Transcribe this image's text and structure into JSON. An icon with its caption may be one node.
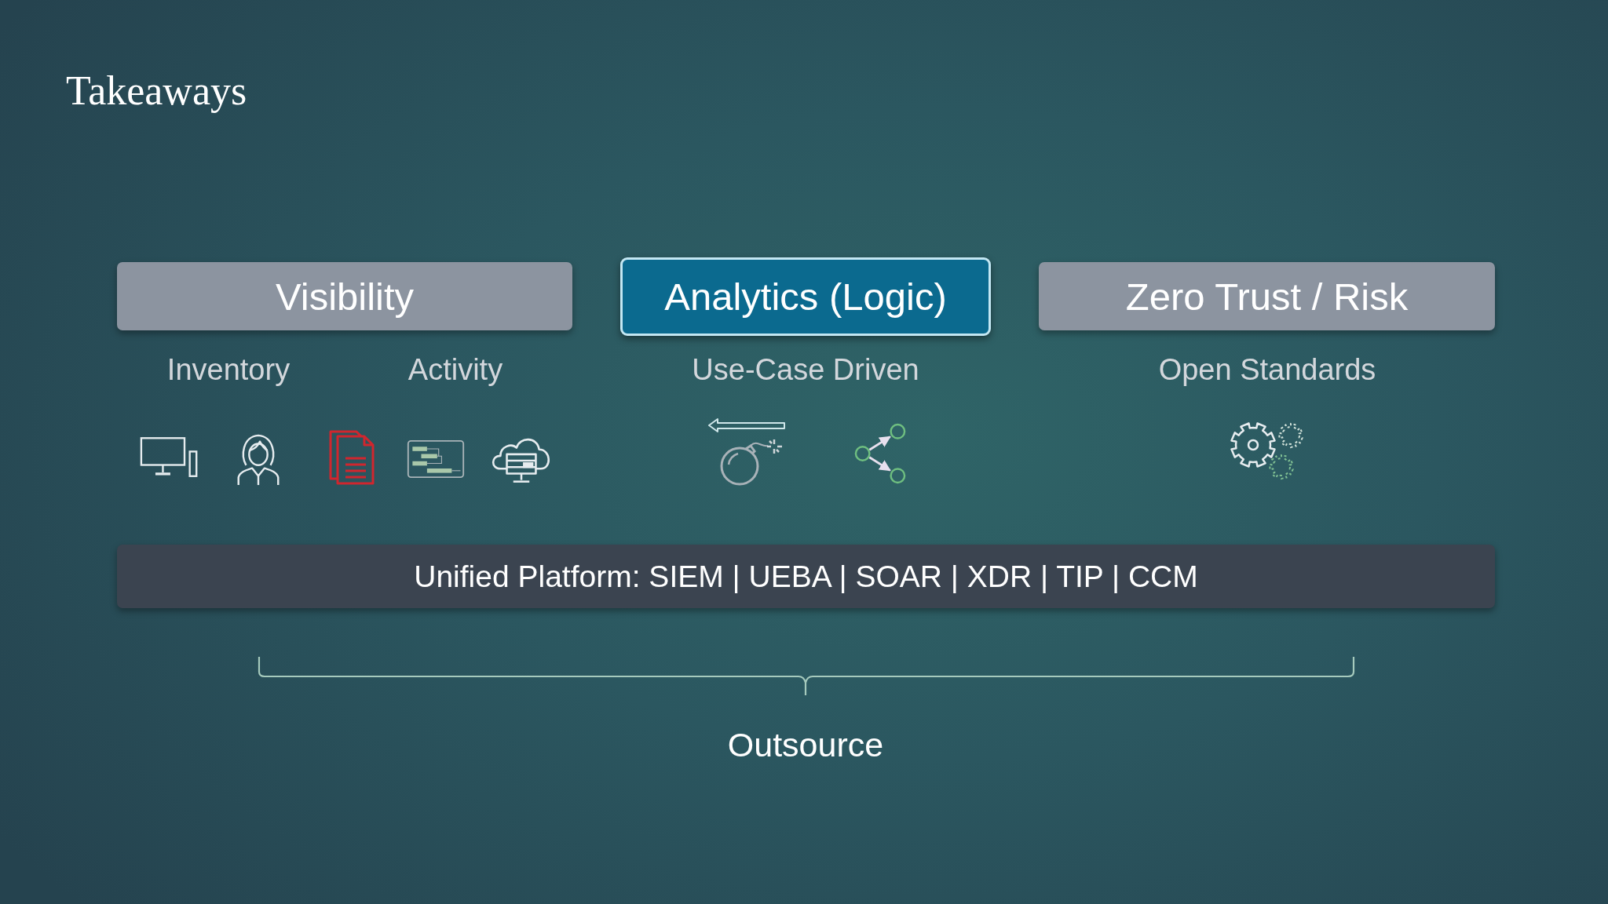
{
  "diagram": {
    "title": "Takeaways",
    "nodes": [
      {
        "text": [
          "Visibility"
        ],
        "beside": [
          "Inventory",
          "Activity"
        ]
      },
      {
        "text": [
          "Analytics (Logic)"
        ],
        "beside": [
          "Use-Case Driven"
        ]
      },
      {
        "text": [
          "Zero Trust / Risk"
        ],
        "beside": [
          "Open Standards"
        ]
      },
      {
        "text": [
          "Unified Platform: SIEM | UEBA | SOAR | XDR | TIP | CCM"
        ]
      }
    ],
    "labels": [
      "Outsource"
    ]
  }
}
